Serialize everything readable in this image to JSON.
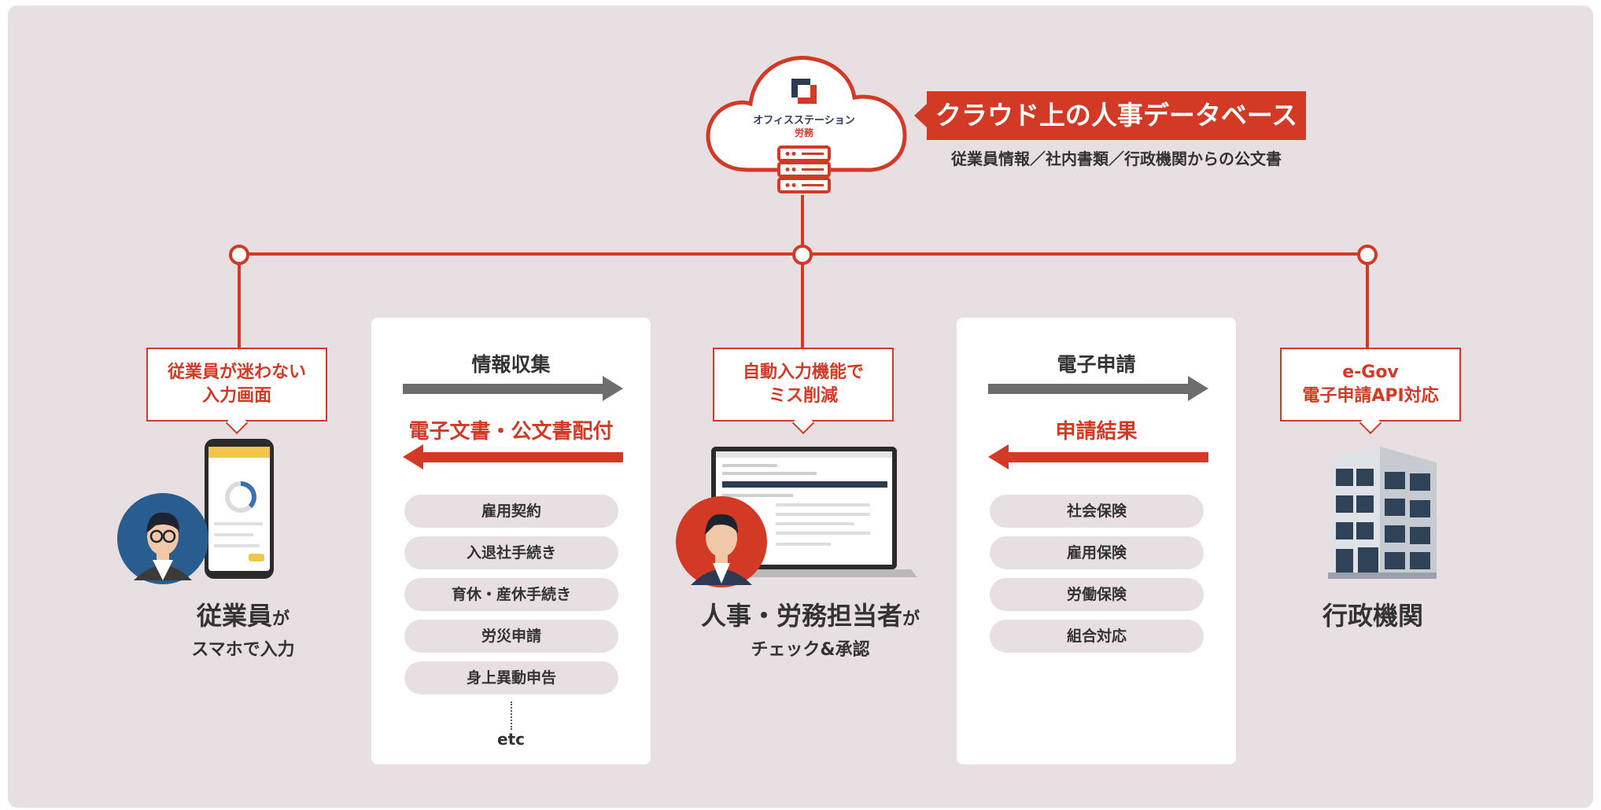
{
  "colors": {
    "accent": "#d33a26",
    "background": "#e8dfe3",
    "panel": "#ffffff",
    "arrow_gray": "#6d6d6d",
    "text": "#333333"
  },
  "cloud": {
    "logo_text": "オフィスステーション",
    "logo_sub": "労務",
    "icons": [
      "brand-logo-icon",
      "server-icon"
    ]
  },
  "database": {
    "title": "クラウド上の人事データベース",
    "subtitle": "従業員情報／社内書類／行政機関からの公文書"
  },
  "callouts": {
    "employee": [
      "従業員が迷わない",
      "入力画面"
    ],
    "hr": [
      "自動入力機能で",
      "ミス削減"
    ],
    "gov": [
      "e-Gov",
      "電子申請API対応"
    ]
  },
  "roles": {
    "employee": {
      "main": "従業員",
      "ga": "が",
      "sub": "スマホで入力",
      "icons": [
        "employee-avatar-icon",
        "smartphone-icon"
      ]
    },
    "hr": {
      "main": "人事・労務担当者",
      "ga": "が",
      "sub": "チェック&承認",
      "icons": [
        "hr-avatar-icon",
        "laptop-icon"
      ]
    },
    "gov": {
      "main": "行政機関",
      "icons": [
        "government-building-icon"
      ]
    }
  },
  "panel_left": {
    "title": "情報収集",
    "subtitle": "電子文書・公文書配付",
    "items": [
      "雇用契約",
      "入退社手続き",
      "育休・産休手続き",
      "労災申請",
      "身上異動申告"
    ],
    "etc": "etc"
  },
  "panel_right": {
    "title": "電子申請",
    "subtitle": "申請結果",
    "items": [
      "社会保険",
      "雇用保険",
      "労働保険",
      "組合対応"
    ]
  }
}
